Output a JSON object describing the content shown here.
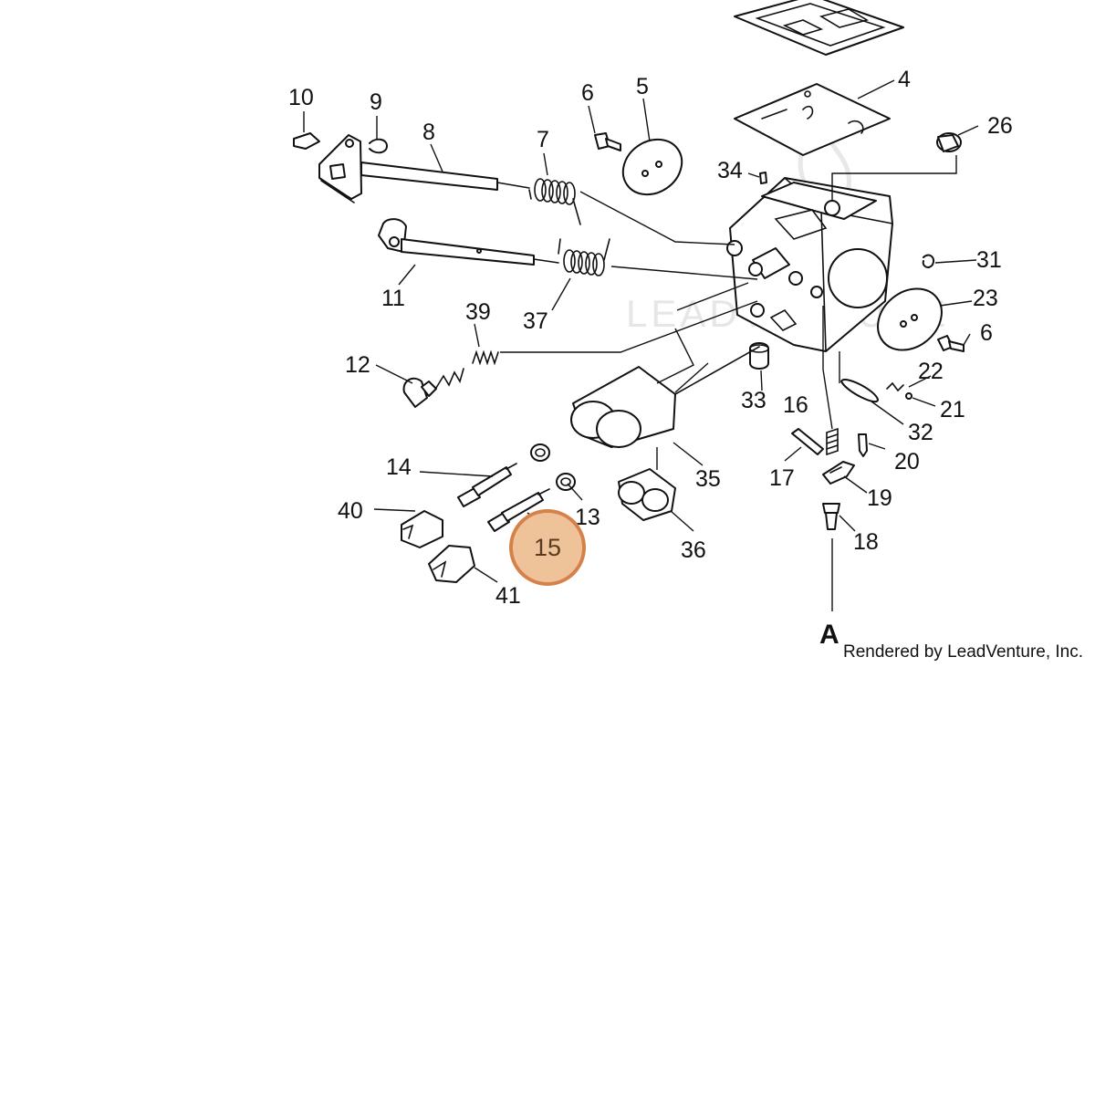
{
  "watermark": "LEADVENTURE",
  "credit": "Rendered by LeadVenture, Inc.",
  "reference_label": "A",
  "highlight": {
    "label": "15",
    "fill": "#efc39a",
    "stroke": "#d5824a"
  },
  "callouts": {
    "c10": "10",
    "c9": "9",
    "c8": "8",
    "c7": "7",
    "c6a": "6",
    "c5": "5",
    "c4": "4",
    "c26": "26",
    "c34": "34",
    "c11": "11",
    "c37": "37",
    "c31": "31",
    "c23": "23",
    "c6b": "6",
    "c39": "39",
    "c12": "12",
    "c22": "22",
    "c21": "21",
    "c33": "33",
    "c16": "16",
    "c32": "32",
    "c20": "20",
    "c17": "17",
    "c19": "19",
    "c35": "35",
    "c14": "14",
    "c13": "13",
    "c40": "40",
    "c36": "36",
    "c18": "18",
    "c41": "41"
  }
}
